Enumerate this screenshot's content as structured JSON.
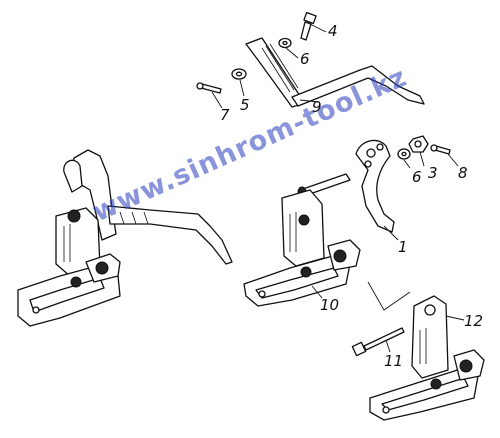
{
  "callouts": [
    {
      "id": "1",
      "text": "1"
    },
    {
      "id": "3",
      "text": "3"
    },
    {
      "id": "4",
      "text": "4"
    },
    {
      "id": "5",
      "text": "5"
    },
    {
      "id": "6a",
      "text": "6"
    },
    {
      "id": "6b",
      "text": "6"
    },
    {
      "id": "7",
      "text": "7"
    },
    {
      "id": "8",
      "text": "8"
    },
    {
      "id": "9",
      "text": "9"
    },
    {
      "id": "10",
      "text": "10"
    },
    {
      "id": "11",
      "text": "11"
    },
    {
      "id": "12",
      "text": "12"
    }
  ],
  "watermark": "www.sinhrom-tool.kz"
}
